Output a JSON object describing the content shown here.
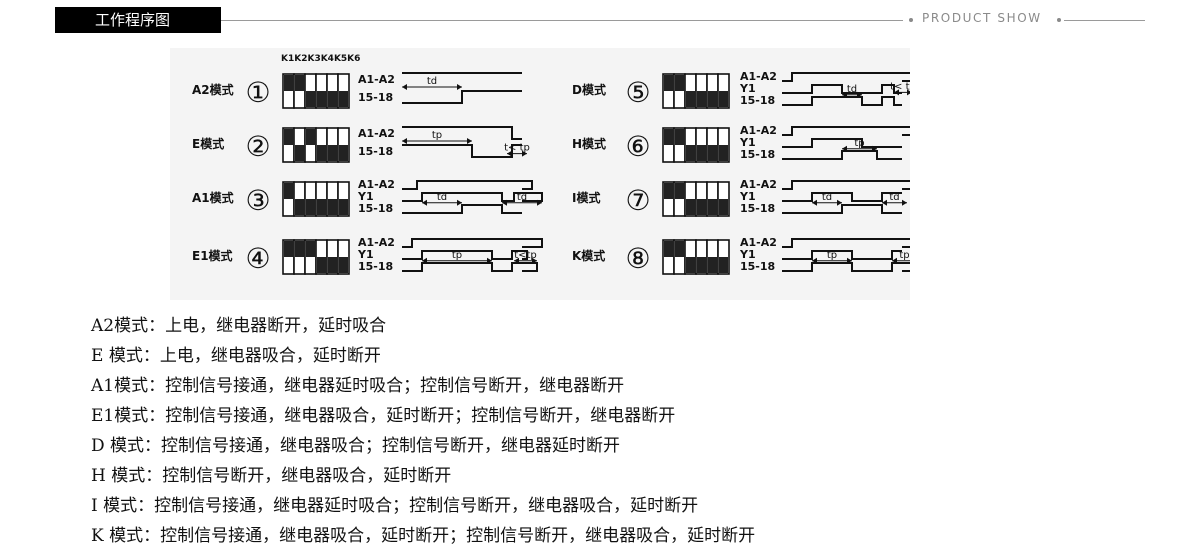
{
  "header": {
    "title": "工作程序图",
    "tag": "PRODUCT SHOW"
  },
  "diagram": {
    "switch_header": "K1K2K3K4K5K6",
    "modes": [
      {
        "name": "A2模式",
        "number": "①",
        "dip_on": [
          1,
          2
        ],
        "signals": [
          "A1-A2",
          "15-18"
        ],
        "annotations": [
          "td"
        ]
      },
      {
        "name": "E模式",
        "number": "②",
        "dip_on": [
          1,
          3
        ],
        "signals": [
          "A1-A2",
          "15-18"
        ],
        "annotations": [
          "tp",
          "t< tp"
        ]
      },
      {
        "name": "A1模式",
        "number": "③",
        "dip_on": [
          1
        ],
        "signals": [
          "A1-A2",
          "Y1",
          "15-18"
        ],
        "annotations": [
          "td",
          "td"
        ]
      },
      {
        "name": "E1模式",
        "number": "④",
        "dip_on": [
          1,
          2,
          3
        ],
        "signals": [
          "A1-A2",
          "Y1",
          "15-18"
        ],
        "annotations": [
          "tp",
          "t<tp"
        ]
      },
      {
        "name": "D模式",
        "number": "⑤",
        "dip_on": [
          1,
          2
        ],
        "signals": [
          "A1-A2",
          "Y1",
          "15-18"
        ],
        "annotations": [
          "td",
          "t< td"
        ]
      },
      {
        "name": "H模式",
        "number": "⑥",
        "dip_on": [
          1,
          2
        ],
        "signals": [
          "A1-A2",
          "Y1",
          "15-18"
        ],
        "annotations": [
          "tp"
        ]
      },
      {
        "name": "I模式",
        "number": "⑦",
        "dip_on": [
          1,
          2
        ],
        "signals": [
          "A1-A2",
          "Y1",
          "15-18"
        ],
        "annotations": [
          "td",
          "td"
        ]
      },
      {
        "name": "K模式",
        "number": "⑧",
        "dip_on": [
          1,
          2
        ],
        "signals": [
          "A1-A2",
          "Y1",
          "15-18"
        ],
        "annotations": [
          "tp",
          "tp"
        ]
      }
    ]
  },
  "descriptions": [
    "A2模式：上电，继电器断开，延时吸合",
    "E 模式：上电，继电器吸合，延时断开",
    "A1模式：控制信号接通，继电器延时吸合；控制信号断开，继电器断开",
    "E1模式：控制信号接通，继电器吸合，延时断开；控制信号断开，继电器断开",
    "D 模式：控制信号接通，继电器吸合；控制信号断开，继电器延时断开",
    "H 模式：控制信号断开，继电器吸合，延时断开",
    "I 模式：控制信号接通，继电器延时吸合；控制信号断开，继电器吸合，延时断开",
    "K 模式：控制信号接通，继电器吸合，延时断开；控制信号断开，继电器吸合，延时断开"
  ]
}
